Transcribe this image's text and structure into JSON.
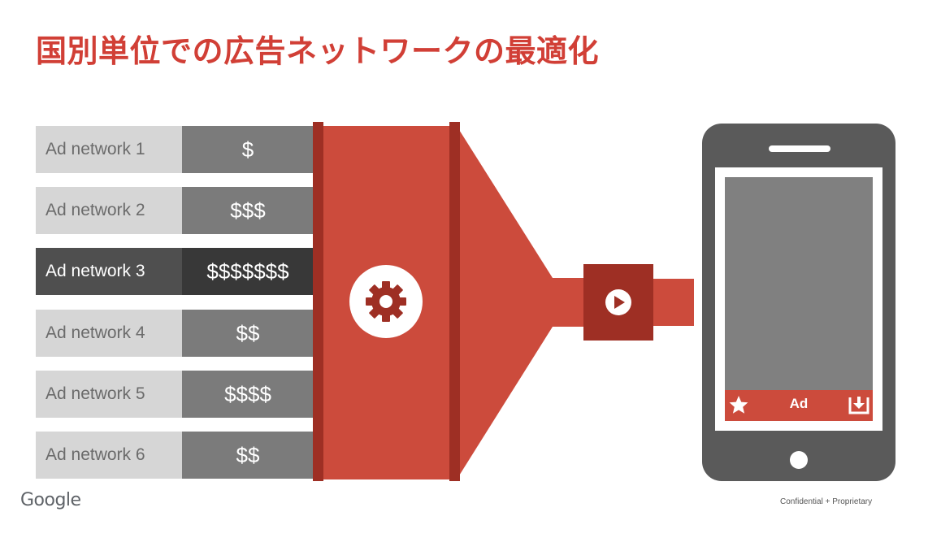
{
  "title": "国別単位での広告ネットワークの最適化",
  "networks": [
    {
      "name": "Ad network 1",
      "value": "$"
    },
    {
      "name": "Ad network 2",
      "value": "$$$"
    },
    {
      "name": "Ad network 3",
      "value": "$$$$$$$",
      "highlighted": true
    },
    {
      "name": "Ad network 4",
      "value": "$$"
    },
    {
      "name": "Ad network 5",
      "value": "$$$$"
    },
    {
      "name": "Ad network 6",
      "value": "$$"
    }
  ],
  "device": {
    "ad_label": "Ad"
  },
  "footer": {
    "brand": "Google",
    "notice": "Confidential + Proprietary"
  },
  "icons": [
    "gear-icon",
    "play-icon",
    "star-icon",
    "download-icon"
  ],
  "colors": {
    "accent": "#d13f36",
    "funnel": "#cc4b3c",
    "funnel_dark": "#9e2f24",
    "phone": "#5a5a5a"
  }
}
